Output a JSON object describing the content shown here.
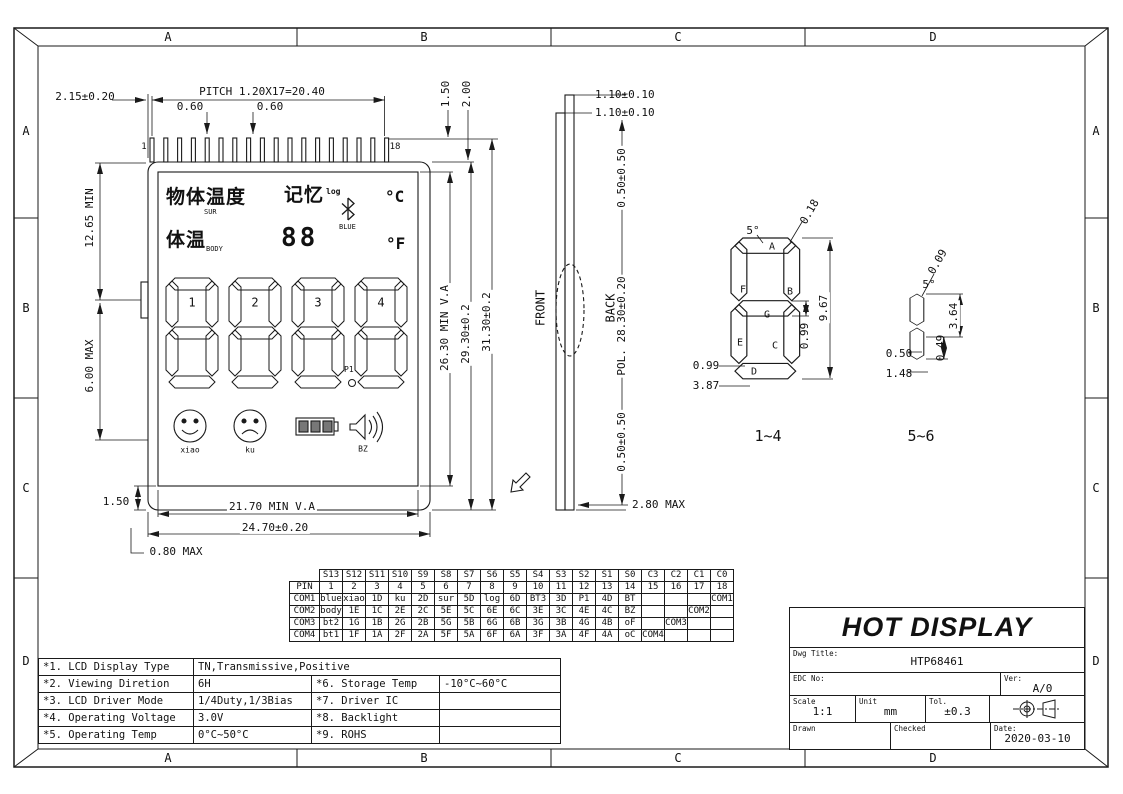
{
  "border": {
    "zones": [
      "A",
      "B",
      "C",
      "D"
    ]
  },
  "front_view": {
    "pin_first": "1",
    "pin_last": "18",
    "dims": {
      "pitch": "PITCH 1.20X17=20.40",
      "lead_offset": "2.15±0.20",
      "pin_width_1": "0.60",
      "pin_width_2": "0.60",
      "pin_top": "1.50",
      "pin_exposed": "2.00",
      "upper_min": "12.65 MIN",
      "lower_max": "6.00 MAX",
      "bottom_margin": "1.50",
      "va_width": "21.70 MIN V.A",
      "glass_width": "24.70±0.20",
      "bottom_max": "0.80 MAX",
      "va_height": "26.30 MIN V.A",
      "glass_height": "29.30±0.2",
      "total_height": "31.30±0.2"
    },
    "lcd": {
      "label_temp_object": "物体温度",
      "label_sur": "SUR",
      "label_memory": "记忆",
      "label_log": "log",
      "label_blue": "BLUE",
      "label_celsius": "°C",
      "label_body_temp": "体温",
      "label_body": "BODY",
      "small_digits": "88",
      "label_fahrenheit": "°F",
      "digit_refs": [
        "1",
        "2",
        "3",
        "4"
      ],
      "label_p1": "P1",
      "label_xiao": "xiao",
      "label_ku": "ku",
      "label_bz": "BZ"
    }
  },
  "side_view": {
    "front_label": "FRONT",
    "back_label": "BACK",
    "glass_1": "1.10±0.10",
    "glass_2": "1.10±0.10",
    "pol_top": "0.50±0.50",
    "pol_len": "POL. 28.30±0.20",
    "pol_bottom": "0.50±0.50",
    "total_max": "2.80 MAX"
  },
  "detail_14": {
    "title": "1~4",
    "seg_labels": {
      "a": "A",
      "b": "B",
      "c": "C",
      "d": "D",
      "e": "E",
      "f": "F",
      "g": "G"
    },
    "dims": {
      "w018": "0.18",
      "ang": "5°",
      "h967": "9.67",
      "w099v": "0.99",
      "w099": "0.99",
      "w387": "3.87"
    }
  },
  "detail_56": {
    "title": "5~6",
    "dims": {
      "w009": "0.09",
      "ang": "5°",
      "h364": "3.64",
      "w050": "0.50",
      "w148": "1.48",
      "w049": "0.49"
    }
  },
  "pin_table": {
    "rows": [
      [
        null,
        "S13",
        "S12",
        "S11",
        "S10",
        "S9",
        "S8",
        "S7",
        "S6",
        "S5",
        "S4",
        "S3",
        "S2",
        "S1",
        "S0",
        "C3",
        "C2",
        "C1",
        "C0"
      ],
      [
        "PIN",
        "1",
        "2",
        "3",
        "4",
        "5",
        "6",
        "7",
        "8",
        "9",
        "10",
        "11",
        "12",
        "13",
        "14",
        "15",
        "16",
        "17",
        "18"
      ],
      [
        "COM1",
        "blue",
        "xiao",
        "1D",
        "ku",
        "2D",
        "sur",
        "5D",
        "log",
        "6D",
        "BT3",
        "3D",
        "P1",
        "4D",
        "BT",
        "",
        "",
        "",
        "COM1"
      ],
      [
        "COM2",
        "body",
        "1E",
        "1C",
        "2E",
        "2C",
        "5E",
        "5C",
        "6E",
        "6C",
        "3E",
        "3C",
        "4E",
        "4C",
        "BZ",
        "",
        "",
        "COM2",
        ""
      ],
      [
        "COM3",
        "bt2",
        "1G",
        "1B",
        "2G",
        "2B",
        "5G",
        "5B",
        "6G",
        "6B",
        "3G",
        "3B",
        "4G",
        "4B",
        "oF",
        "",
        "COM3",
        "",
        ""
      ],
      [
        "COM4",
        "bt1",
        "1F",
        "1A",
        "2F",
        "2A",
        "5F",
        "5A",
        "6F",
        "6A",
        "3F",
        "3A",
        "4F",
        "4A",
        "oC",
        "COM4",
        "",
        "",
        ""
      ]
    ]
  },
  "spec_table": {
    "rows": [
      [
        "*1. LCD Display Type",
        "TN,Transmissive,Positive"
      ],
      [
        "*2. Viewing Diretion",
        "6H",
        "*6. Storage Temp",
        "-10°C~60°C"
      ],
      [
        "*3. LCD Driver Mode",
        "1/4Duty,1/3Bias",
        "*7. Driver IC",
        ""
      ],
      [
        "*4. Operating Voltage",
        "3.0V",
        "*8. Backlight",
        ""
      ],
      [
        "*5. Operating Temp",
        "0°C~50°C",
        "*9. ROHS",
        ""
      ]
    ]
  },
  "title_block": {
    "company": "HOT DISPLAY",
    "dwg_title_label": "Dwg Title:",
    "dwg_title": "HTP68461",
    "edc_label": "EDC No:",
    "ver_label": "Ver:",
    "ver": "A/0",
    "scale_label": "Scale",
    "scale": "1:1",
    "unit_label": "Unit",
    "unit": "mm",
    "tol_label": "Tol.",
    "tol": "±0.3",
    "drawn_label": "Drawn",
    "checked_label": "Checked",
    "date_label": "Date:",
    "date": "2020-03-10"
  }
}
